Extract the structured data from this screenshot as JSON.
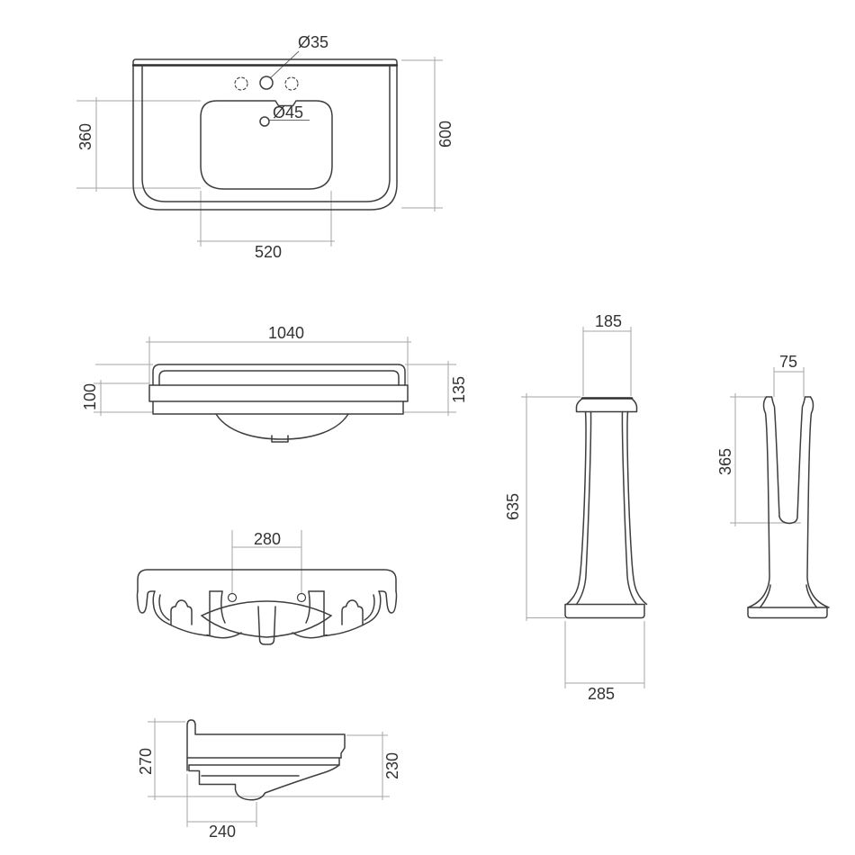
{
  "drawing": {
    "type": "technical-dimension-drawing",
    "subject": "washbasin and pedestal",
    "colors": {
      "background": "#ffffff",
      "outline": "#3e3e3e",
      "dimension_lines": "#a6a6a6",
      "text": "#333333"
    },
    "views": {
      "plan": {
        "name": "basin plan view",
        "dims": {
          "faucet_hole_dia": "Ø35",
          "overflow_hole_dia": "Ø45",
          "bowl_depth": "360",
          "overall_depth": "600",
          "bowl_width": "520"
        }
      },
      "front": {
        "name": "basin front view",
        "dims": {
          "overall_width": "1040",
          "apron_height": "100",
          "rim_height": "135"
        }
      },
      "underside": {
        "name": "basin underside view",
        "dims": {
          "fixing_hole_centres": "280"
        }
      },
      "side": {
        "name": "basin side view",
        "dims": {
          "back_height": "270",
          "front_height": "230",
          "bowl_projection": "240"
        }
      },
      "pedestal_front": {
        "name": "pedestal front view",
        "dims": {
          "top_width": "185",
          "height": "635",
          "base_width": "285"
        }
      },
      "pedestal_side": {
        "name": "pedestal side view",
        "dims": {
          "top_width": "75",
          "recess_depth": "365"
        }
      }
    }
  }
}
